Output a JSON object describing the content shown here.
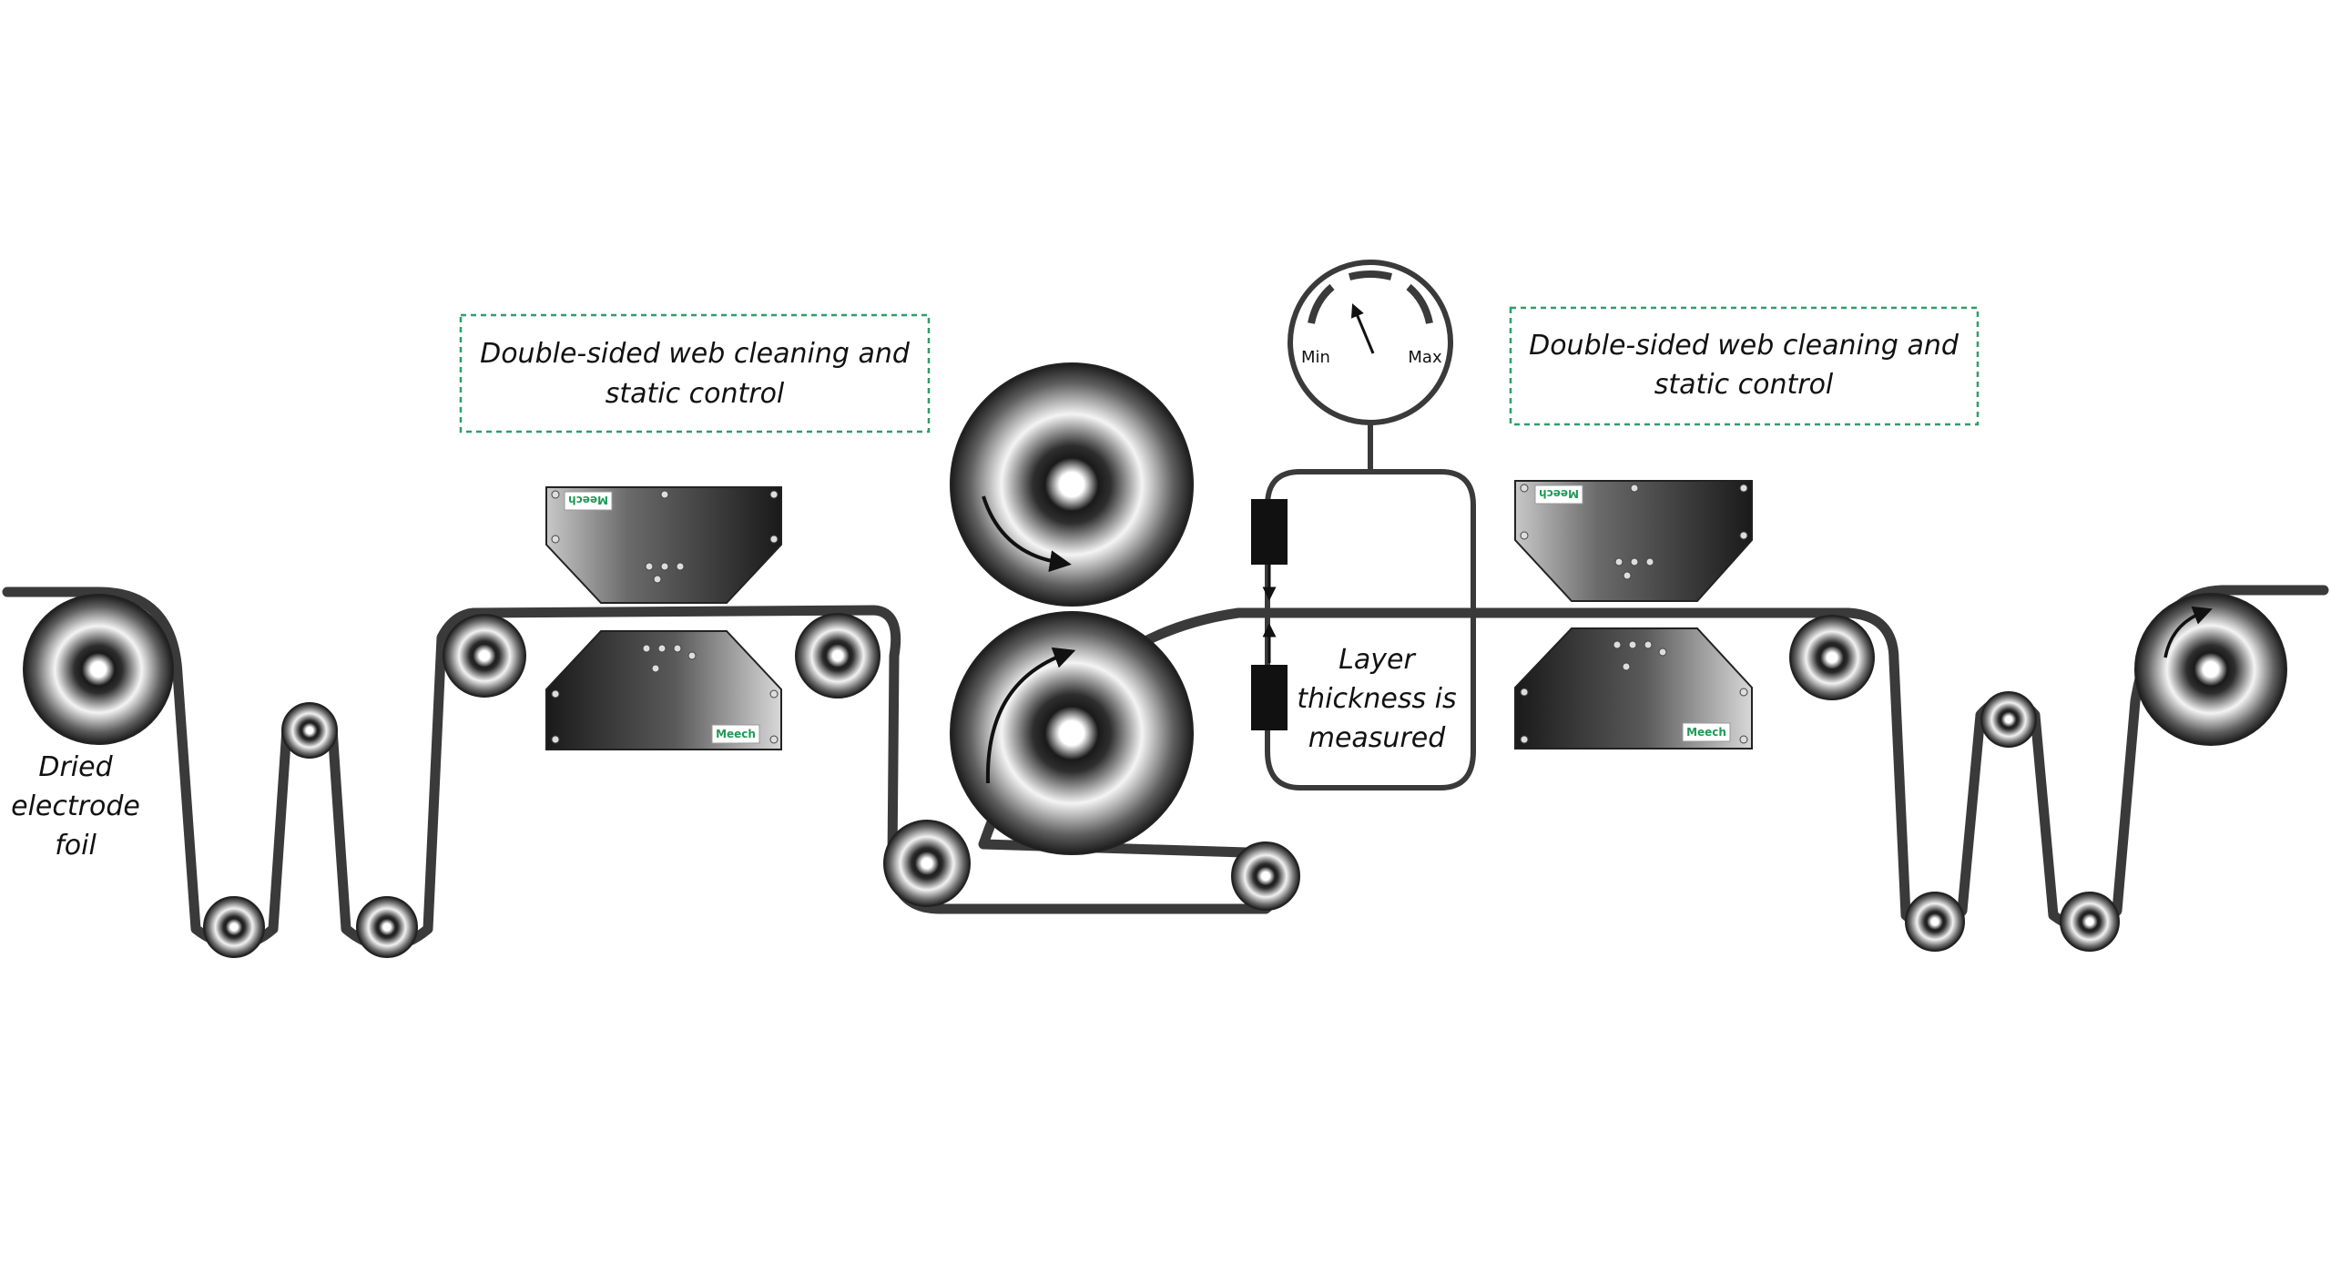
{
  "labels": {
    "cleaning_left_line1": "Double-sided web cleaning and",
    "cleaning_left_line2": "static control",
    "cleaning_right_line1": "Double-sided web cleaning and",
    "cleaning_right_line2": "static control",
    "layer_line1": "Layer",
    "layer_line2": "thickness is",
    "layer_line3": "measured",
    "foil_line1": "Dried",
    "foil_line2": "electrode",
    "foil_line3": "foil"
  },
  "gauge": {
    "min_label": "Min",
    "max_label": "Max"
  },
  "brand": {
    "name": "Meech"
  },
  "colors": {
    "web": "#3a3a3a",
    "callout_border": "#2e9e6a",
    "brand_green": "#1f9a57",
    "text": "#111111",
    "sensor": "#111111"
  },
  "icons": {
    "rotation_arrow": "curved-arrow-icon",
    "measure_arrow": "arrow-icon",
    "gauge_needle": "needle-icon"
  }
}
